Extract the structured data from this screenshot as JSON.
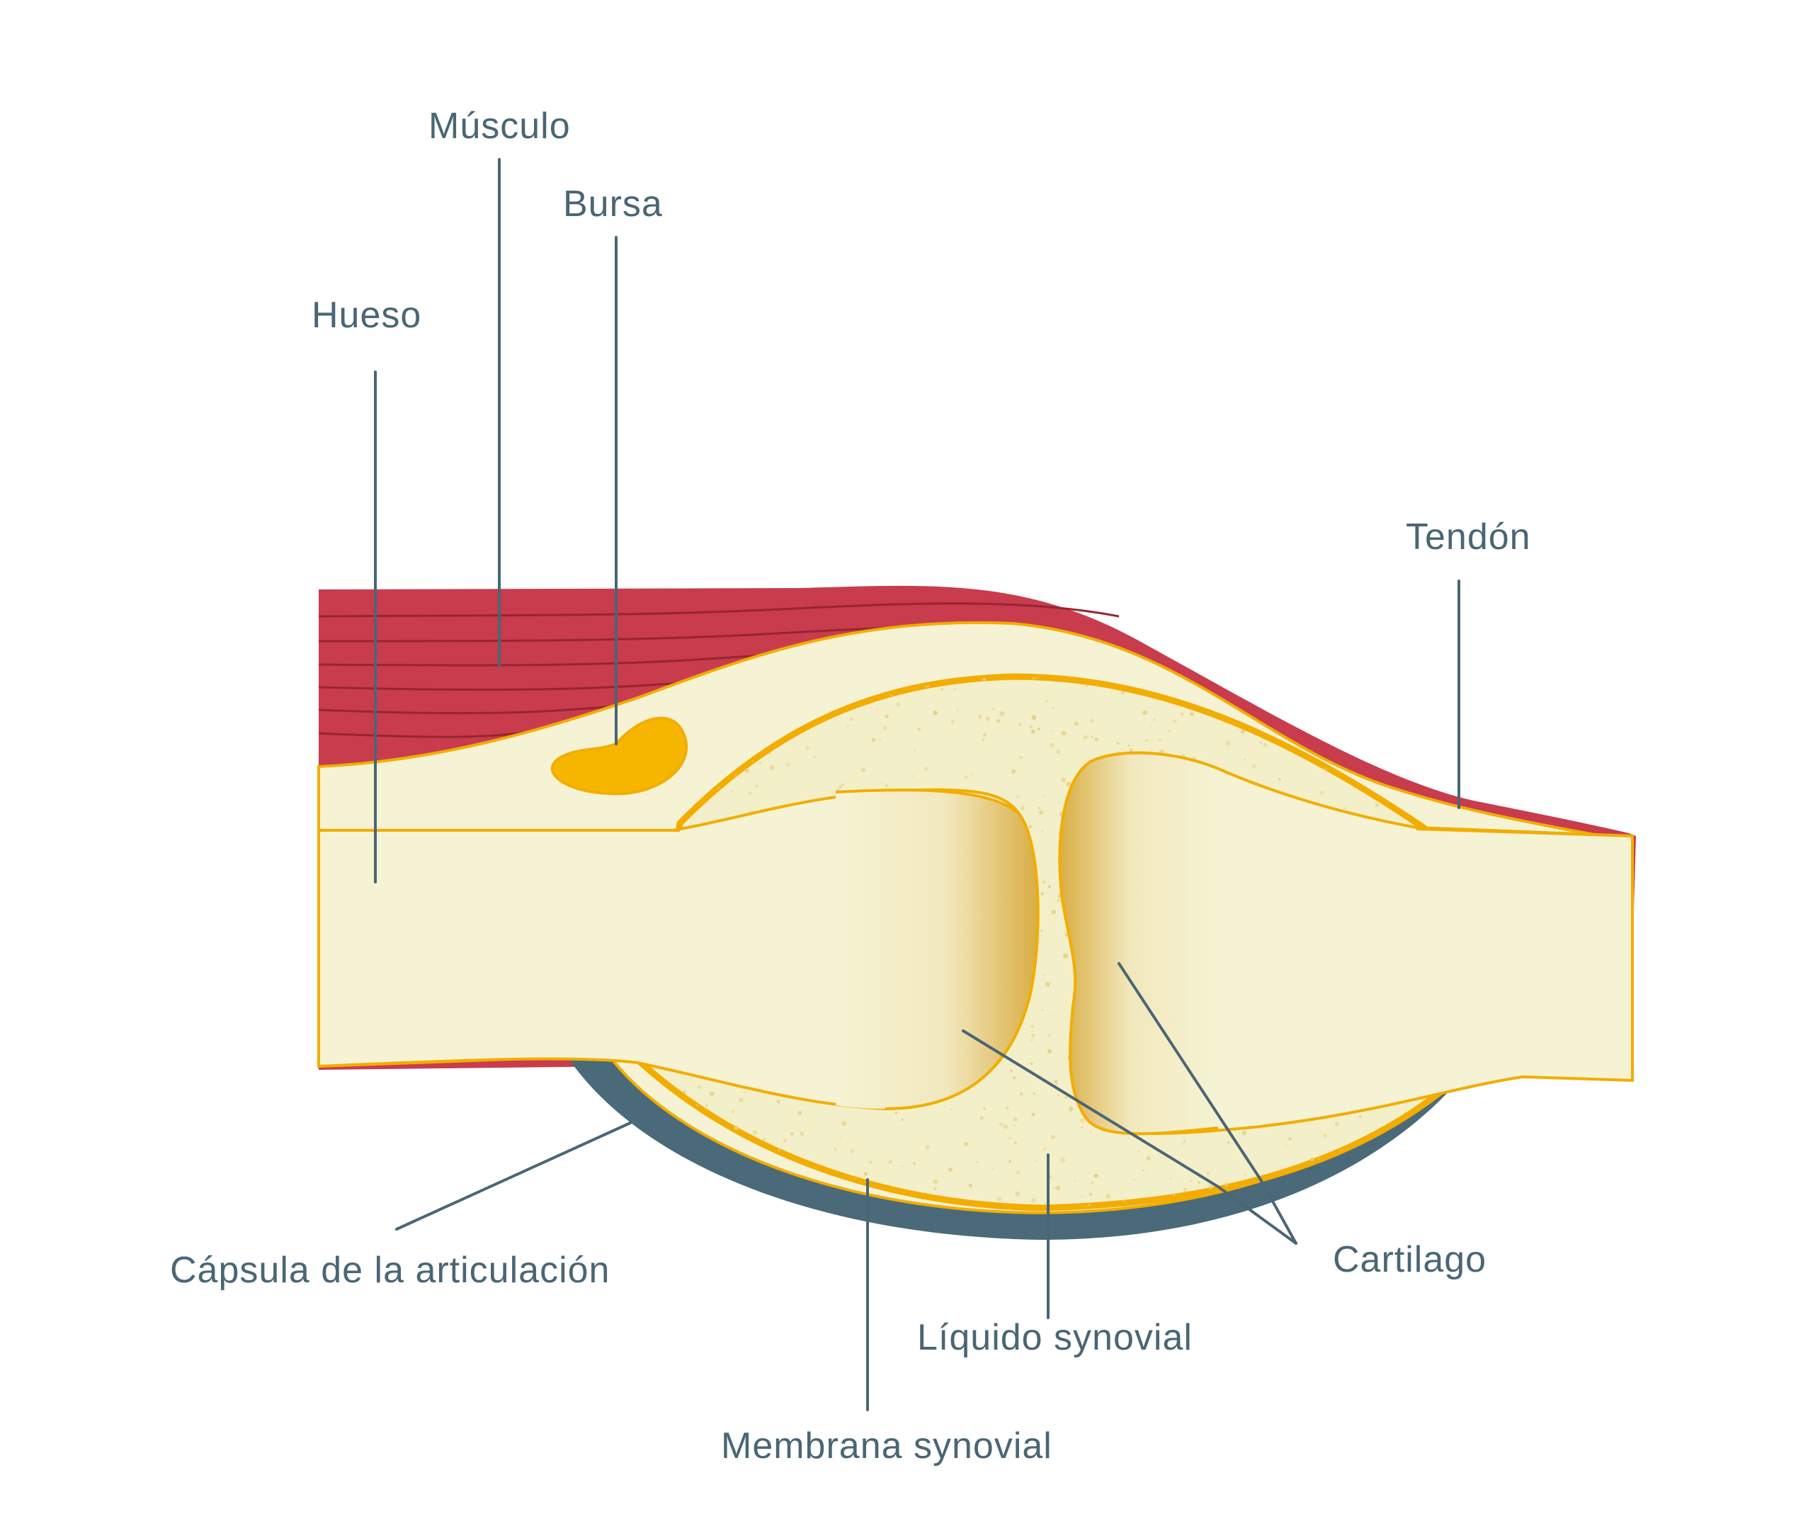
{
  "labels": {
    "musculo": "Músculo",
    "bursa": "Bursa",
    "hueso": "Hueso",
    "tendon": "Tendón",
    "capsula": "Cápsula de la articulación",
    "cartilago": "Cartilago",
    "liquido": "Líquido synovial",
    "membrana": "Membrana  synovial"
  },
  "colors": {
    "muscle": "#c83c4e",
    "muscle_line": "#962532",
    "bone": "#f5f3d3",
    "bone_outline": "#f2ad00",
    "capsule": "#4a6a7a",
    "bursa": "#f6b600",
    "fluid": "#f3efc8",
    "fluid_dot": "#e6cf87",
    "cartilage_shade": "#dcb24a",
    "label": "#4a6674"
  }
}
